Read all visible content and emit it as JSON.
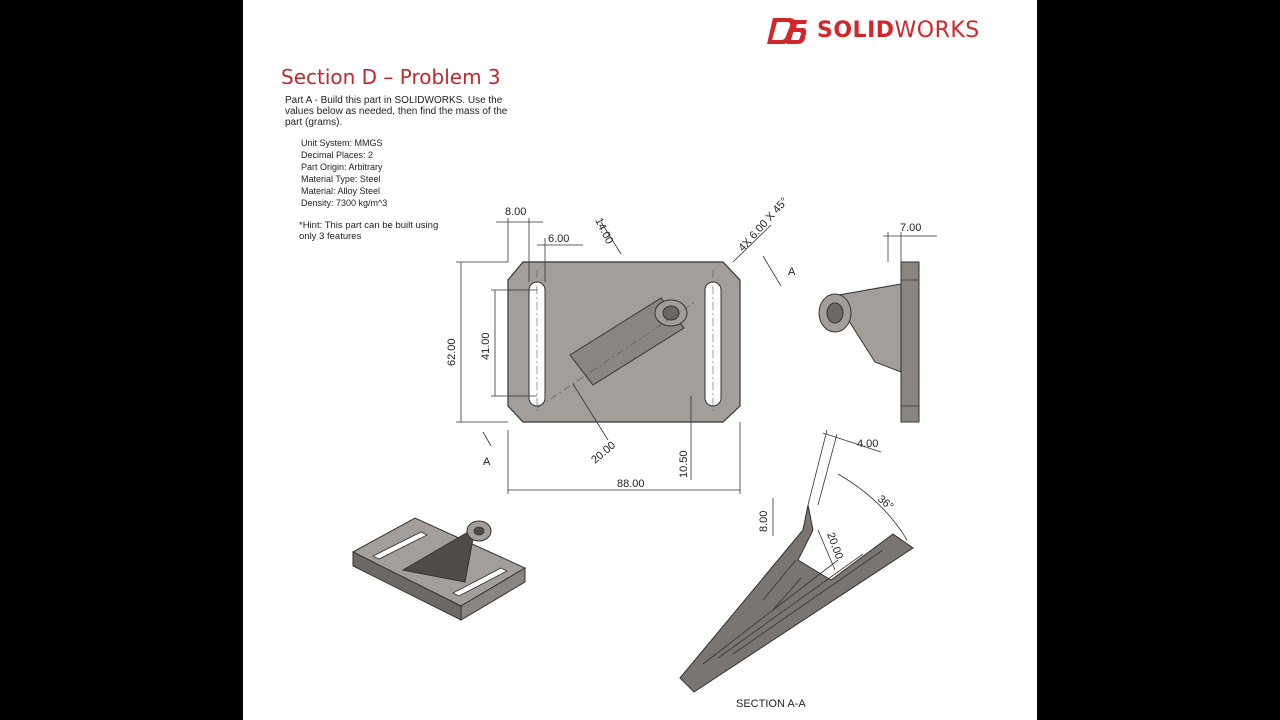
{
  "brand": {
    "name_bold": "SOLID",
    "name_light": "WORKS"
  },
  "title": "Section D – Problem 3",
  "intro": "Part A - Build this part in SOLIDWORKS. Use the values below as needed, then find the mass of the part (grams).",
  "specs": [
    "Unit System: MMGS",
    "Decimal Places: 2",
    "Part Origin: Arbitrary",
    "Material Type: Steel",
    "Material: Alloy Steel",
    "Density: 7300 kg/m^3"
  ],
  "hint": "*Hint: This part can be built using only 3 features",
  "dimensions": {
    "slot_offset": "8.00",
    "slot_width": "6.00",
    "tab_length": "14.00",
    "chamfer": "4X 6.00 X 45°",
    "height": "62.00",
    "slot_length": "41.00",
    "base_offset": "20.00",
    "bottom_offset": "10.50",
    "width": "88.00",
    "thickness": "7.00",
    "tab_thickness": "4.00",
    "angle": "36°",
    "tab_height": "8.00",
    "rib_width": "20.00"
  },
  "section_markers": {
    "cut_label": "A",
    "section_label": "SECTION A-A"
  }
}
